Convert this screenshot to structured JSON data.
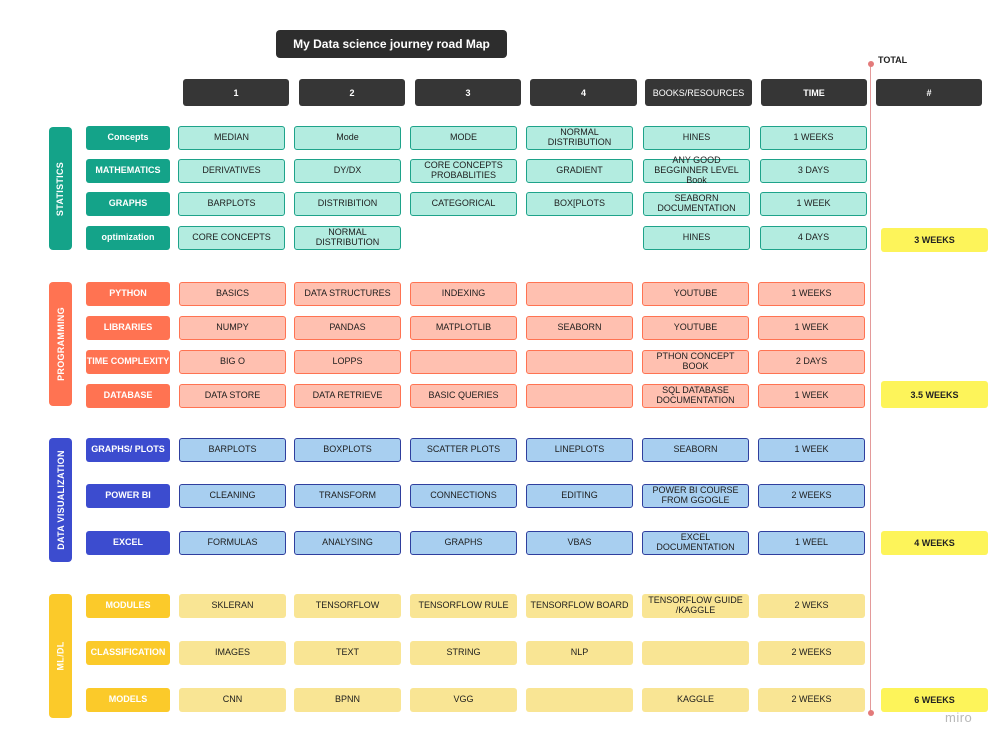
{
  "title": "My Data science journey road Map",
  "total_label": "TOTAL",
  "watermark": "miro",
  "headers": [
    "1",
    "2",
    "3",
    "4",
    "BOOKS/RESOURCES",
    "TIME",
    "#"
  ],
  "colors": {
    "statistics": {
      "side": "#14a389",
      "label": "#14a389",
      "cell_bg": "#b3ece0",
      "cell_border": "#1ea38a"
    },
    "programming": {
      "side": "#ff7352",
      "label": "#ff7352",
      "cell_bg": "#ffc0b0",
      "cell_border": "#ff7352"
    },
    "data_visualization": {
      "side": "#3c4ccf",
      "label": "#3c4ccf",
      "cell_bg": "#a8cff0",
      "cell_border": "#2f3f9e"
    },
    "ml_dl": {
      "side": "#fbca2a",
      "label": "#fbca2a",
      "cell_bg": "#f9e594",
      "cell_border": "#f9e594"
    },
    "total_bg": "#fdf45a",
    "total_line": "#e37a7a"
  },
  "sections": [
    {
      "name": "STATISTICS",
      "key": "statistics",
      "rows": [
        {
          "label": "Concepts",
          "cells": [
            "MEDIAN",
            "Mode",
            "MODE",
            "NORMAL DISTRIBUTION",
            "HINES",
            "1 WEEKS"
          ],
          "total": ""
        },
        {
          "label": "MATHEMATICS",
          "cells": [
            "DERIVATIVES",
            "DY/DX",
            "CORE CONCEPTS PROBABLITIES",
            "GRADIENT",
            "ANY GOOD BEGGINNER LEVEL Book",
            "3 DAYS"
          ],
          "total": ""
        },
        {
          "label": "GRAPHS",
          "cells": [
            "BARPLOTS",
            "DISTRIBITION",
            "CATEGORICAL",
            "BOX[PLOTS",
            "SEABORN DOCUMENTATION",
            "1 WEEK"
          ],
          "total": ""
        },
        {
          "label": "optimization",
          "cells": [
            "CORE CONCEPTS",
            "NORMAL DISTRIBUTION",
            "",
            "",
            "HINES",
            "4 DAYS"
          ],
          "total": "3 WEEKS"
        }
      ]
    },
    {
      "name": "PROGRAMMING",
      "key": "programming",
      "rows": [
        {
          "label": "PYTHON",
          "cells": [
            "BASICS",
            "DATA STRUCTURES",
            "INDEXING",
            "",
            "YOUTUBE",
            "1 WEEKS"
          ],
          "total": ""
        },
        {
          "label": "LIBRARIES",
          "cells": [
            "NUMPY",
            "PANDAS",
            "MATPLOTLIB",
            "SEABORN",
            "YOUTUBE",
            "1 WEEK"
          ],
          "total": ""
        },
        {
          "label": "TIME COMPLEXITY",
          "cells": [
            "BIG O",
            "LOPPS",
            "",
            "",
            "PTHON CONCEPT BOOK",
            "2 DAYS"
          ],
          "total": ""
        },
        {
          "label": "DATABASE",
          "cells": [
            "DATA STORE",
            "DATA RETRIEVE",
            "BASIC QUERIES",
            "",
            "SQL DATABASE DOCUMENTATION",
            "1 WEEK"
          ],
          "total": "3.5 WEEKS"
        }
      ]
    },
    {
      "name": "DATA VISUALIZATION",
      "key": "data_visualization",
      "rows": [
        {
          "label": "GRAPHS/ PLOTS",
          "cells": [
            "BARPLOTS",
            "BOXPLOTS",
            "SCATTER PLOTS",
            "LINEPLOTS",
            "SEABORN",
            "1 WEEK"
          ],
          "total": ""
        },
        {
          "label": "POWER BI",
          "cells": [
            "CLEANING",
            "TRANSFORM",
            "CONNECTIONS",
            "EDITING",
            "POWER BI COURSE FROM GGOGLE",
            "2 WEEKS"
          ],
          "total": ""
        },
        {
          "label": "EXCEL",
          "cells": [
            "FORMULAS",
            "ANALYSING",
            "GRAPHS",
            "VBAS",
            "EXCEL DOCUMENTATION",
            "1 WEEL"
          ],
          "total": "4 WEEKS"
        }
      ]
    },
    {
      "name": "ML/DL",
      "key": "ml_dl",
      "rows": [
        {
          "label": "MODULES",
          "cells": [
            "SKLERAN",
            "TENSORFLOW",
            "TENSORFLOW RULE",
            "TENSORFLOW BOARD",
            "TENSORFLOW GUIDE /KAGGLE",
            "2 WEKS"
          ],
          "total": ""
        },
        {
          "label": "CLASSIFICATION",
          "cells": [
            "IMAGES",
            "TEXT",
            "STRING",
            "NLP",
            "",
            "2 WEEKS"
          ],
          "total": ""
        },
        {
          "label": "MODELS",
          "cells": [
            "CNN",
            "BPNN",
            "VGG",
            "",
            "KAGGLE",
            "2 WEEKS"
          ],
          "total": "6 WEEKS"
        }
      ]
    }
  ]
}
